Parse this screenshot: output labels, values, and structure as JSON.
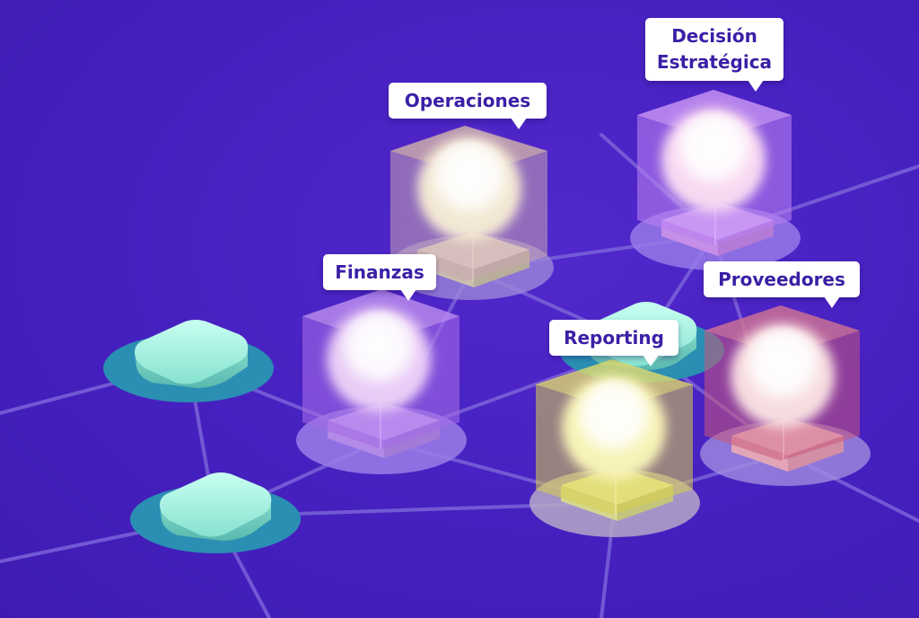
{
  "labels": {
    "operaciones": "Operaciones",
    "decision_line1": "Decisión",
    "decision_line2": "Estratégica",
    "finanzas": "Finanzas",
    "proveedores": "Proveedores",
    "reporting": "Reporting"
  },
  "colors": {
    "background": "#4a22c4",
    "link": "#7b63d9",
    "teal_node": "#9eeedd",
    "teal_disc": "#2a8fb3",
    "label_text": "#3b1fa6",
    "operaciones_cube": "#c9a6b0",
    "decision_cube": "#b77ef0",
    "finanzas_cube": "#a46ae6",
    "proveedores_cube": "#c8577a",
    "reporting_cube": "#d8d24a"
  }
}
